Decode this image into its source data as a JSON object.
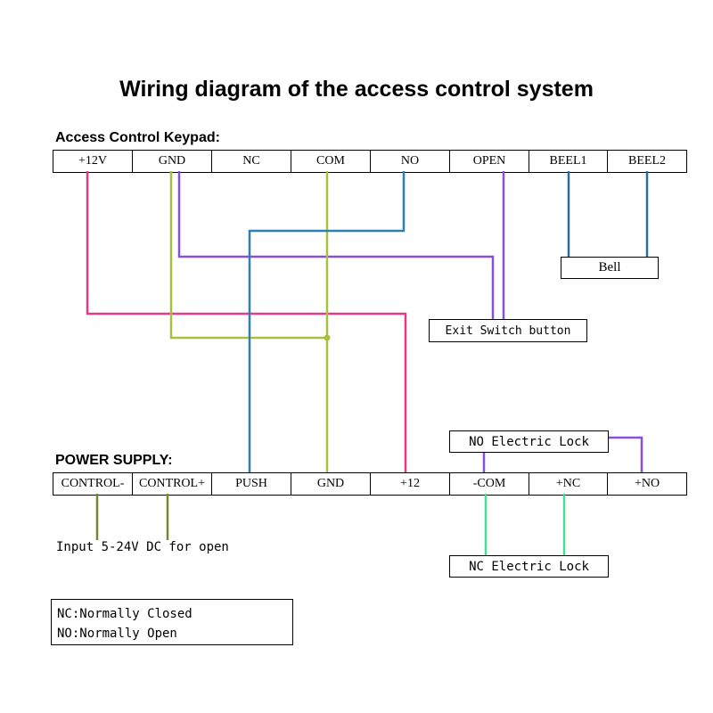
{
  "title": "Wiring diagram of the access control system",
  "keypad": {
    "heading": "Access Control Keypad:",
    "terminals": [
      "+12V",
      "GND",
      "NC",
      "COM",
      "NO",
      "OPEN",
      "BEEL1",
      "BEEL2"
    ]
  },
  "power_supply": {
    "heading": "POWER SUPPLY:",
    "terminals": [
      "CONTROL-",
      "CONTROL+",
      "PUSH",
      "GND",
      "+12",
      "-COM",
      "+NC",
      "+NO"
    ]
  },
  "devices": {
    "bell": "Bell",
    "exit_button": "Exit Switch button",
    "no_lock": "NO Electric Lock",
    "nc_lock": "NC Electric Lock"
  },
  "input_note": "Input 5-24V DC for open",
  "legend": {
    "nc": "NC:Normally Closed",
    "no": "NO:Normally Open"
  },
  "colors": {
    "pink": "#e8388a",
    "purple": "#8a4fd8",
    "olive": "#a8c040",
    "blue": "#2f7fb0",
    "teal": "#2a6f9a",
    "green": "#44dd99",
    "dark_olive": "#6f8a2a"
  }
}
